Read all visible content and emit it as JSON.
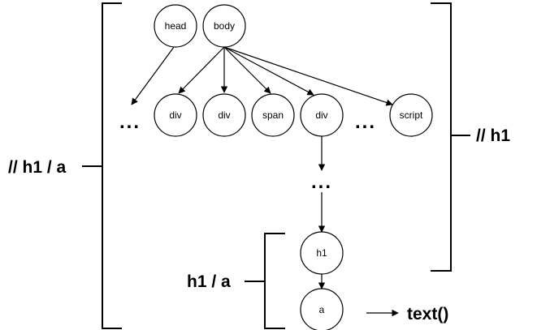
{
  "nodes": {
    "head": "head",
    "body": "body",
    "div1": "div",
    "div2": "div",
    "span": "span",
    "div3": "div",
    "script": "script",
    "h1": "h1",
    "a": "a"
  },
  "ellipsis": "...",
  "labels": {
    "left_outer": "// h1 / a",
    "right_outer": "// h1",
    "inner": "h1 / a",
    "output": "text()"
  }
}
